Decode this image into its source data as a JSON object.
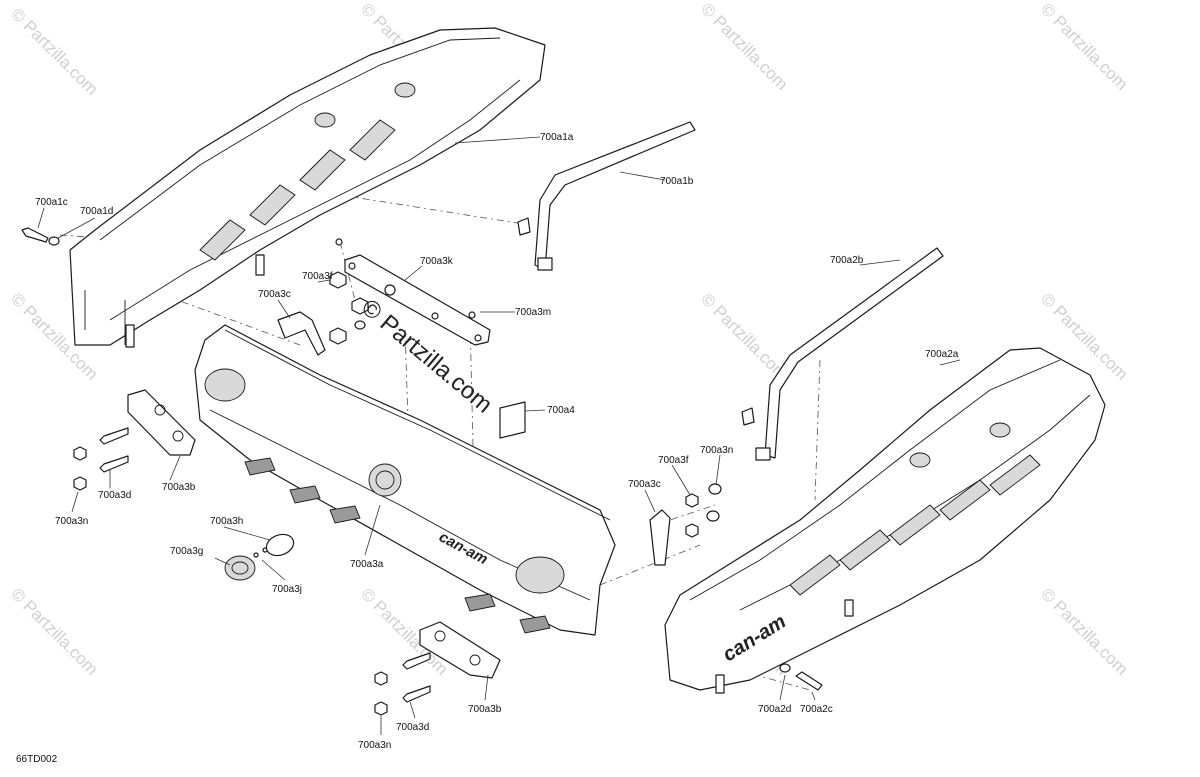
{
  "diagram_code": "66TD002",
  "watermark": {
    "small": "© Partzilla.com",
    "large": "© Partzilla.com"
  },
  "brand_logo": "can-am",
  "callouts": {
    "a1a": "700a1a",
    "a1b": "700a1b",
    "a1c": "700a1c",
    "a1d": "700a1d",
    "a2a": "700a2a",
    "a2b": "700a2b",
    "a2c": "700a2c",
    "a2d": "700a2d",
    "a3a": "700a3a",
    "a3b_left": "700a3b",
    "a3b_bottom": "700a3b",
    "a3c_left": "700a3c",
    "a3c_right": "700a3c",
    "a3d_left": "700a3d",
    "a3d_bottom": "700a3d",
    "a3f_left": "700a3f",
    "a3f_right": "700a3f",
    "a3g": "700a3g",
    "a3h": "700a3h",
    "a3j": "700a3j",
    "a3k": "700a3k",
    "a3m": "700a3m",
    "a3n_left": "700a3n",
    "a3n_right": "700a3n",
    "a3n_bottom": "700a3n",
    "a4": "700a4"
  }
}
